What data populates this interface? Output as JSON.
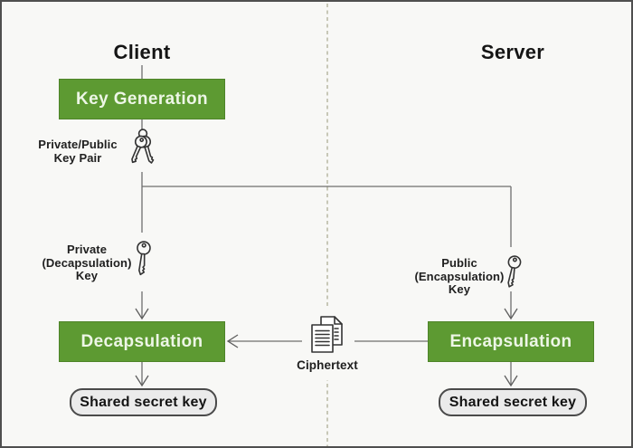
{
  "header": {
    "client": "Client",
    "server": "Server"
  },
  "nodes": {
    "key_generation": "Key Generation",
    "decapsulation": "Decapsulation",
    "encapsulation": "Encapsulation",
    "shared_secret_left": "Shared secret key",
    "shared_secret_right": "Shared secret key"
  },
  "labels": {
    "key_pair": "Private/Public\nKey Pair",
    "private_key": "Private\n(Decapsulation)\nKey",
    "public_key": "Public\n(Encapsulation)\nKey",
    "ciphertext": "Ciphertext"
  },
  "icons": {
    "key_pair": "keys-pair-icon",
    "private_key": "key-icon",
    "public_key": "key-icon",
    "ciphertext": "documents-icon"
  },
  "colors": {
    "accent_green": "#5d9a32",
    "green_border": "#4e8429",
    "box_text": "#edf6e6",
    "pill_fill": "#ebebeb",
    "pill_border": "#4a4a4a",
    "divider_dash": "#a9a98e",
    "connector": "#6e6e6e",
    "background": "#f8f8f6",
    "frame_border": "#4f4f4f"
  }
}
